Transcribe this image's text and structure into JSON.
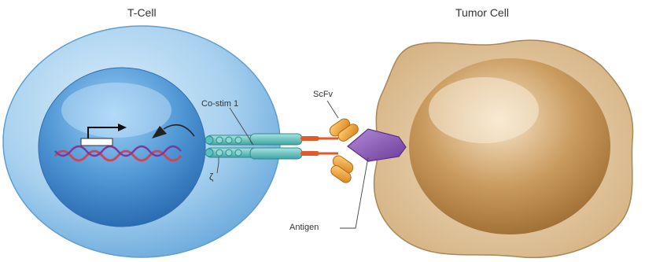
{
  "labels": {
    "t_cell": "T-Cell",
    "tumor_cell": "Tumor Cell",
    "scfv": "ScFv",
    "costim": "Co-stim 1",
    "zeta": "ζ",
    "antigen": "Antigen"
  },
  "colors": {
    "t_cell_body": "#9ec9ea",
    "nucleus": "#3f86c8",
    "tumor_body": "#d7b07b",
    "tumor_core": "#b47f42",
    "receptor": "#72c6c4",
    "scfv": "#e79a24",
    "antigen": "#8a5cb4",
    "dna": "#c44a64"
  }
}
